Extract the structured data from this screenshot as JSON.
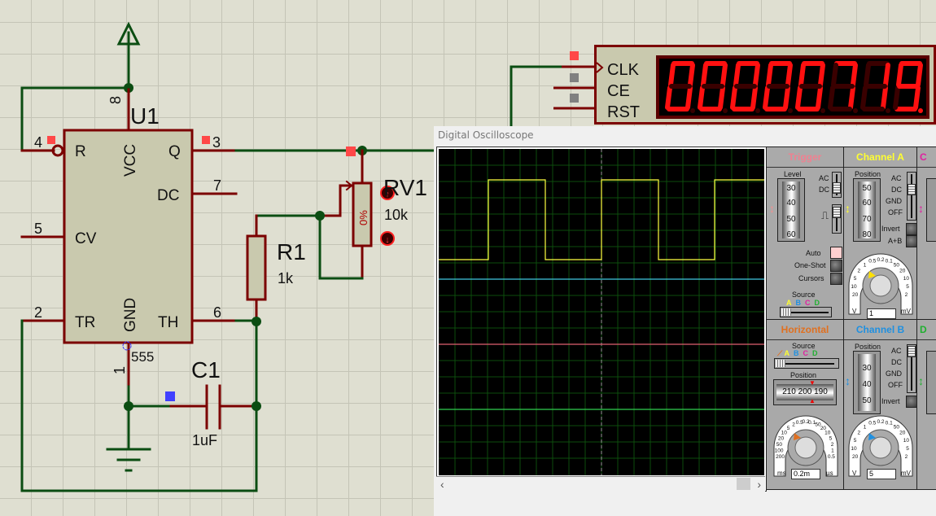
{
  "schematic": {
    "u1": {
      "ref": "U1",
      "part": "555",
      "pins": {
        "vcc": "VCC",
        "r": "R",
        "q": "Q",
        "dc": "DC",
        "cv": "CV",
        "tr": "TR",
        "gnd": "GND",
        "th": "TH"
      },
      "pin_numbers": {
        "p8": "8",
        "p4": "4",
        "p3": "3",
        "p7": "7",
        "p5": "5",
        "p2": "2",
        "p6": "6",
        "p1": "1"
      }
    },
    "r1": {
      "ref": "R1",
      "value": "1k"
    },
    "rv1": {
      "ref": "RV1",
      "value": "10k",
      "wiper": "0%"
    },
    "c1": {
      "ref": "C1",
      "value": "1uF"
    },
    "counter": {
      "pins": {
        "clk": "CLK",
        "ce": "CE",
        "rst": "RST"
      },
      "display": "00000719",
      "digits": [
        "0",
        "0",
        "0",
        "0",
        "0",
        "7",
        "1",
        "9"
      ]
    },
    "colors": {
      "wire": "#0b4d12",
      "pin": "#7b0000",
      "body": "#c9c9ae",
      "probe_high": "#ff4040",
      "probe_low": "#808080",
      "probe_float": "#4040ff"
    }
  },
  "oscilloscope": {
    "title": "Digital Oscilloscope",
    "trigger": {
      "title": "Trigger",
      "level_label": "Level",
      "level_ticks": [
        "30",
        "40",
        "50",
        "60"
      ],
      "ac": "AC",
      "dc": "DC",
      "auto": "Auto",
      "one_shot": "One-Shot",
      "cursors": "Cursors",
      "source_label": "Source",
      "sources": [
        "A",
        "B",
        "C",
        "D"
      ]
    },
    "channel_a": {
      "title": "Channel A",
      "position_label": "Position",
      "pos_ticks": [
        "50",
        "60",
        "70",
        "80"
      ],
      "coupling": [
        "AC",
        "DC",
        "GND",
        "OFF"
      ],
      "invert": "Invert",
      "a_plus_b": "A+B",
      "dial_left": [
        "1",
        "2",
        "5",
        "10",
        "20"
      ],
      "dial_top": [
        "0.5",
        "0.2",
        "0.1"
      ],
      "dial_right": [
        "50",
        "20",
        "10",
        "5",
        "2"
      ],
      "unit_left": "V",
      "unit_right": "mV",
      "value": "1"
    },
    "horizontal": {
      "title": "Horizontal",
      "source_label": "Source",
      "sources": [
        "A",
        "B",
        "C",
        "D"
      ],
      "position_label": "Position",
      "pos_ticks": [
        "210",
        "200",
        "190"
      ],
      "dial_left": [
        "2",
        "5",
        "10",
        "20",
        "50",
        "100",
        "200"
      ],
      "dial_top": [
        "0.5",
        "0.2",
        "0.1"
      ],
      "dial_right": [
        "50",
        "20",
        "10",
        "5",
        "2",
        "1",
        "0.5"
      ],
      "unit_left": "ms",
      "unit_right": "µs",
      "value": "0.2m"
    },
    "channel_b": {
      "title": "Channel B",
      "position_label": "Position",
      "pos_ticks": [
        "30",
        "40",
        "50"
      ],
      "coupling": [
        "AC",
        "DC",
        "GND",
        "OFF"
      ],
      "invert": "Invert",
      "dial_left": [
        "1",
        "2",
        "5",
        "10",
        "20"
      ],
      "dial_top": [
        "0.5",
        "0.2",
        "0.1"
      ],
      "dial_right": [
        "50",
        "20",
        "10",
        "5",
        "2"
      ],
      "unit_left": "V",
      "unit_right": "mV",
      "value": "5"
    },
    "colors": {
      "trace_a": "#ffff40",
      "trace_b": "#40c8e0",
      "trace_c": "#e06070",
      "trace_d": "#30d050",
      "trigger_title": "#f08090",
      "chA_title": "#ffff30",
      "horiz_title": "#e07020",
      "chB_title": "#2090e0"
    },
    "trace_a": {
      "levels": [
        "low",
        "high",
        "low",
        "high",
        "low",
        "high"
      ],
      "duty_high_fraction": 0.5
    }
  }
}
